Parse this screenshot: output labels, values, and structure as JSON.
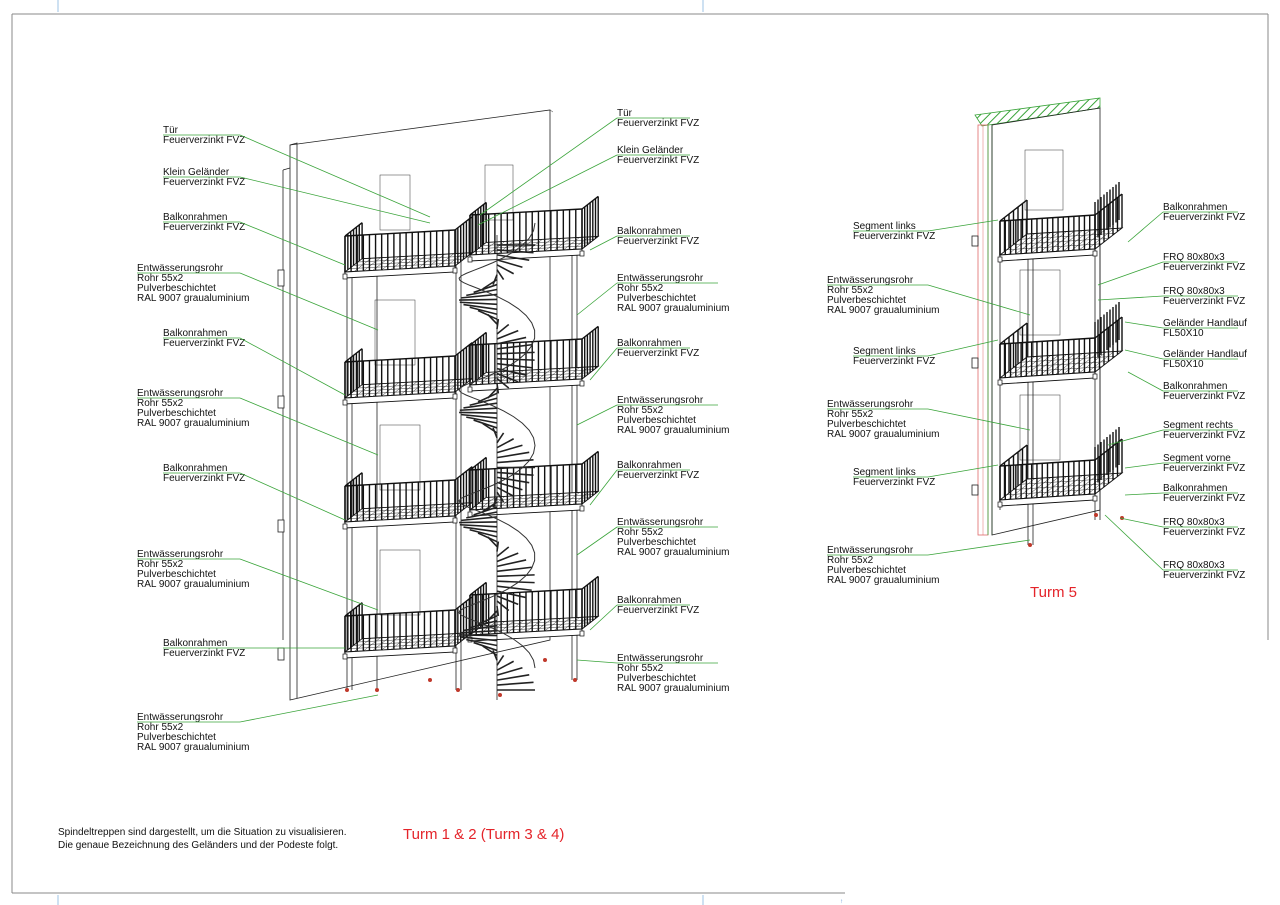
{
  "colors": {
    "leader": "#3aa43a",
    "title": "#e4242a",
    "line": "#222222",
    "hatch": "#3aa43a",
    "wall_section": "#e06a6a"
  },
  "towers": [
    {
      "title": "Turm 1 & 2 (Turm 3 & 4)"
    },
    {
      "title": "Turm 5"
    }
  ],
  "note": [
    "Spindeltreppen sind dargestellt, um die Situation zu visualisieren.",
    "Die genaue Bezeichnung des Geländers und der Podeste folgt."
  ],
  "labels": {
    "t12_left": [
      {
        "lines": [
          "Tür",
          "Feuerverzinkt FVZ"
        ]
      },
      {
        "lines": [
          "Klein Geländer",
          "Feuerverzinkt FVZ"
        ]
      },
      {
        "lines": [
          "Balkonrahmen",
          "Feuerverzinkt FVZ"
        ]
      },
      {
        "lines": [
          "Entwässerungsrohr",
          "Rohr 55x2",
          "Pulverbeschichtet",
          "RAL 9007 graualuminium"
        ]
      },
      {
        "lines": [
          "Balkonrahmen",
          "Feuerverzinkt FVZ"
        ]
      },
      {
        "lines": [
          "Entwässerungsrohr",
          "Rohr 55x2",
          "Pulverbeschichtet",
          "RAL 9007 graualuminium"
        ]
      },
      {
        "lines": [
          "Balkonrahmen",
          "Feuerverzinkt FVZ"
        ]
      },
      {
        "lines": [
          "Entwässerungsrohr",
          "Rohr 55x2",
          "Pulverbeschichtet",
          "RAL 9007 graualuminium"
        ]
      },
      {
        "lines": [
          "Balkonrahmen",
          "Feuerverzinkt FVZ"
        ]
      },
      {
        "lines": [
          "Entwässerungsrohr",
          "Rohr 55x2",
          "Pulverbeschichtet",
          "RAL 9007 graualuminium"
        ]
      }
    ],
    "t12_right": [
      {
        "lines": [
          "Tür",
          "Feuerverzinkt FVZ"
        ]
      },
      {
        "lines": [
          "Klein Geländer",
          "Feuerverzinkt FVZ"
        ]
      },
      {
        "lines": [
          "Balkonrahmen",
          "Feuerverzinkt FVZ"
        ]
      },
      {
        "lines": [
          "Entwässerungsrohr",
          "Rohr 55x2",
          "Pulverbeschichtet",
          "RAL 9007 graualuminium"
        ]
      },
      {
        "lines": [
          "Balkonrahmen",
          "Feuerverzinkt FVZ"
        ]
      },
      {
        "lines": [
          "Entwässerungsrohr",
          "Rohr 55x2",
          "Pulverbeschichtet",
          "RAL 9007 graualuminium"
        ]
      },
      {
        "lines": [
          "Balkonrahmen",
          "Feuerverzinkt FVZ"
        ]
      },
      {
        "lines": [
          "Entwässerungsrohr",
          "Rohr 55x2",
          "Pulverbeschichtet",
          "RAL 9007 graualuminium"
        ]
      },
      {
        "lines": [
          "Balkonrahmen",
          "Feuerverzinkt FVZ"
        ]
      },
      {
        "lines": [
          "Entwässerungsrohr",
          "Rohr 55x2",
          "Pulverbeschichtet",
          "RAL 9007 graualuminium"
        ]
      }
    ],
    "t5_left": [
      {
        "lines": [
          "Segment links",
          "Feuerverzinkt FVZ"
        ]
      },
      {
        "lines": [
          "Entwässerungsrohr",
          "Rohr 55x2",
          "Pulverbeschichtet",
          "RAL 9007 graualuminium"
        ]
      },
      {
        "lines": [
          "Segment links",
          "Feuerverzinkt FVZ"
        ]
      },
      {
        "lines": [
          "Entwässerungsrohr",
          "Rohr 55x2",
          "Pulverbeschichtet",
          "RAL 9007 graualuminium"
        ]
      },
      {
        "lines": [
          "Segment links",
          "Feuerverzinkt FVZ"
        ]
      },
      {
        "lines": [
          "Entwässerungsrohr",
          "Rohr 55x2",
          "Pulverbeschichtet",
          "RAL 9007 graualuminium"
        ]
      }
    ],
    "t5_right": [
      {
        "lines": [
          "Balkonrahmen",
          "Feuerverzinkt FVZ"
        ]
      },
      {
        "lines": [
          "FRQ 80x80x3",
          "Feuerverzinkt FVZ"
        ]
      },
      {
        "lines": [
          "FRQ 80x80x3",
          "Feuerverzinkt FVZ"
        ]
      },
      {
        "lines": [
          "Geländer Handlauf",
          "FL50X10"
        ]
      },
      {
        "lines": [
          "Geländer Handlauf",
          "FL50X10"
        ]
      },
      {
        "lines": [
          "Balkonrahmen",
          "Feuerverzinkt FVZ"
        ]
      },
      {
        "lines": [
          "Segment rechts",
          "Feuerverzinkt FVZ"
        ]
      },
      {
        "lines": [
          "Segment vorne",
          "Feuerverzinkt FVZ"
        ]
      },
      {
        "lines": [
          "Balkonrahmen",
          "Feuerverzinkt FVZ"
        ]
      },
      {
        "lines": [
          "FRQ 80x80x3",
          "Feuerverzinkt FVZ"
        ]
      },
      {
        "lines": [
          "FRQ 80x80x3",
          "Feuerverzinkt FVZ"
        ]
      }
    ]
  }
}
